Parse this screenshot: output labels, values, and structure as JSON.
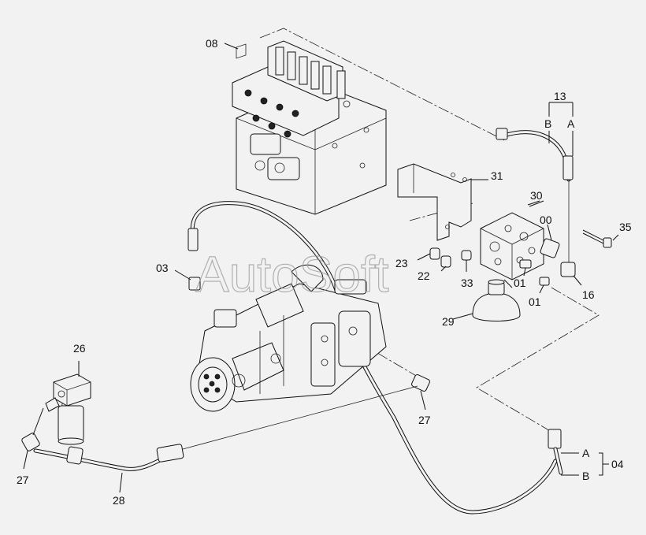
{
  "watermark": "AutoSoft",
  "callouts": {
    "c08": "08",
    "c13": "13",
    "c13b": "B",
    "c13a": "A",
    "c31": "31",
    "c30": "30",
    "c00": "00",
    "c35": "35",
    "c03": "03",
    "c23": "23",
    "c22": "22",
    "c33": "33",
    "c01a": "01",
    "c01b": "01",
    "c16": "16",
    "c29": "29",
    "c26": "26",
    "c27a": "27",
    "c27b": "27",
    "c28": "28",
    "c04a": "A",
    "c04b": "B",
    "c04": "04"
  }
}
